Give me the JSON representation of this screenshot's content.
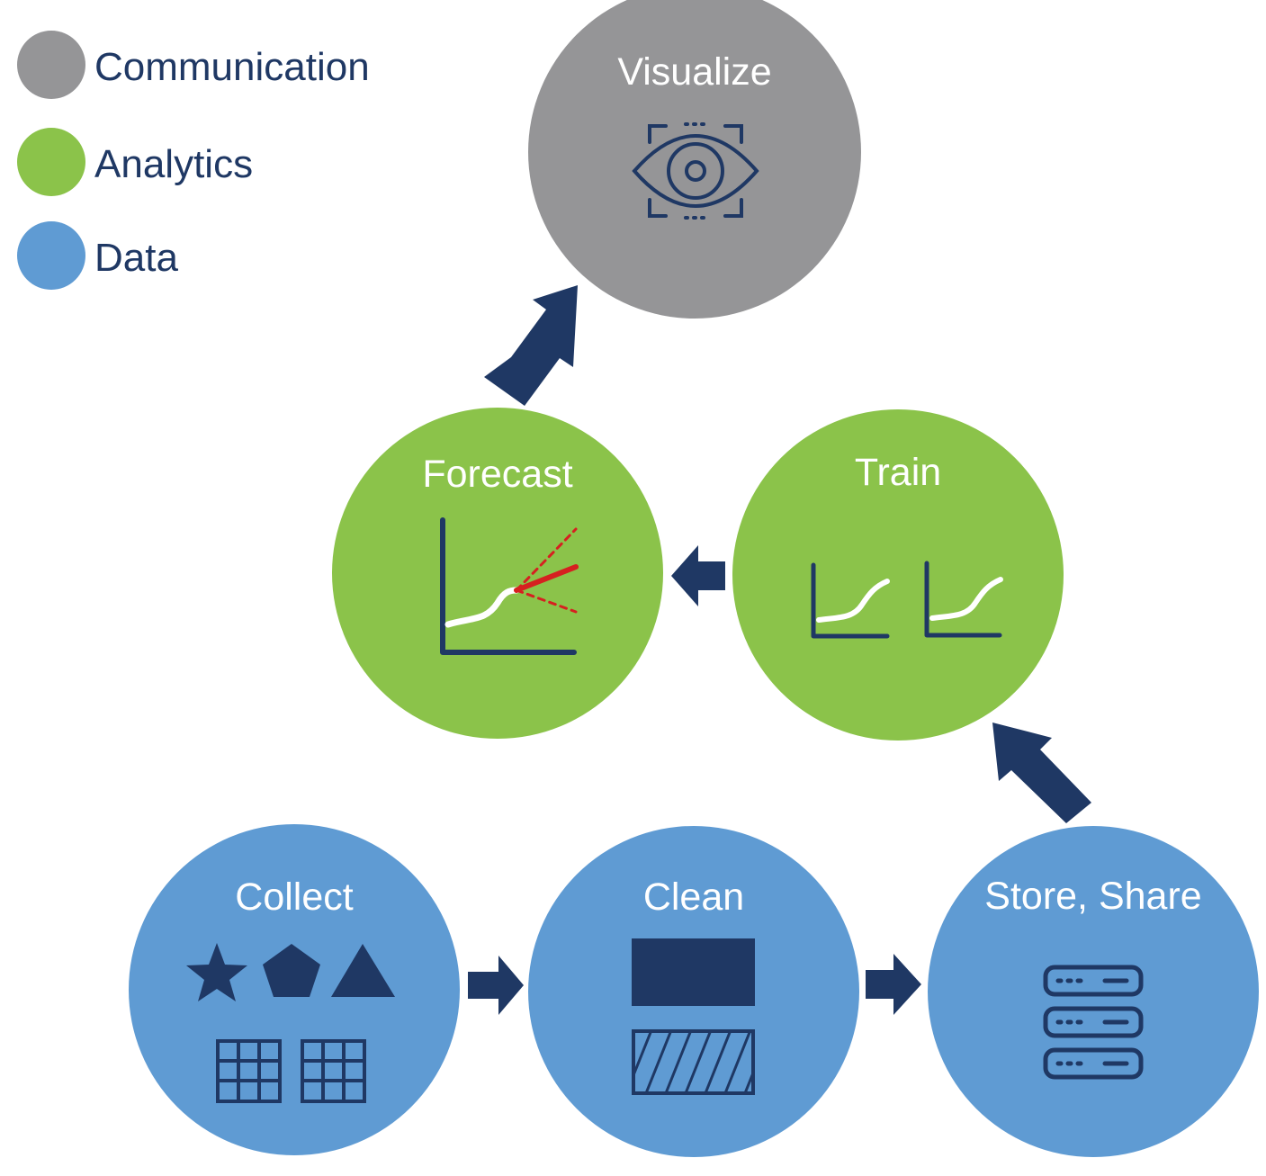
{
  "colors": {
    "communication": "#959597",
    "analytics": "#8bc34a",
    "data": "#5f9bd3",
    "navy": "#1f3864",
    "forecast_red": "#d62020",
    "white": "#ffffff"
  },
  "legend": [
    {
      "label": "Communication",
      "color_key": "communication"
    },
    {
      "label": "Analytics",
      "color_key": "analytics"
    },
    {
      "label": "Data",
      "color_key": "data"
    }
  ],
  "nodes": {
    "visualize": {
      "title": "Visualize",
      "category": "communication",
      "icon": "eye-icon"
    },
    "forecast": {
      "title": "Forecast",
      "category": "analytics",
      "icon": "forecast-chart-icon"
    },
    "train": {
      "title": "Train",
      "category": "analytics",
      "icon": "training-curves-icon"
    },
    "collect": {
      "title": "Collect",
      "category": "data",
      "icon": "shapes-and-grids-icon"
    },
    "clean": {
      "title": "Clean",
      "category": "data",
      "icon": "clean-blocks-icon"
    },
    "store_share": {
      "title": "Store, Share",
      "category": "data",
      "icon": "server-stack-icon"
    }
  },
  "flow": [
    "collect",
    "clean",
    "store_share",
    "train",
    "forecast",
    "visualize"
  ]
}
